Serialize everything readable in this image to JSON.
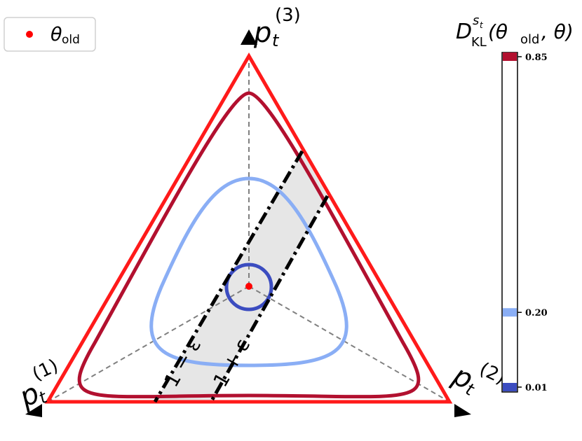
{
  "legend": {
    "label_main": "θ",
    "label_sub": "old",
    "marker_color": "#ff0000"
  },
  "vertices": [
    {
      "base": "p",
      "sub": "t",
      "sup": "(1)"
    },
    {
      "base": "p",
      "sub": "t",
      "sup": "(2)"
    },
    {
      "base": "p",
      "sub": "t",
      "sup": "(3)"
    }
  ],
  "band_labels": {
    "lower": "1 − ε",
    "upper": "1 + ε"
  },
  "colorbar": {
    "title_base": "D",
    "title_sup": "s",
    "title_sup_sub": "t",
    "title_sub": "KL",
    "title_args_open": "(θ",
    "title_args_sub": "old",
    "title_args_close": ", θ)",
    "ticks": [
      {
        "label": "0.85",
        "value": 0.85,
        "color": "#b2102f"
      },
      {
        "label": "0.20",
        "value": 0.2,
        "color": "#8aaef5"
      },
      {
        "label": "0.01",
        "value": 0.01,
        "color": "#3b4cc0"
      }
    ]
  },
  "contours": [
    {
      "name": "simplex-boundary",
      "color": "#ff1a1a"
    },
    {
      "name": "kl-0.85",
      "color": "#b2102f"
    },
    {
      "name": "kl-0.20",
      "color": "#8aaef5"
    },
    {
      "name": "kl-0.01",
      "color": "#3b4cc0"
    }
  ],
  "colors": {
    "band_fill": "#e6e6e6",
    "dashed_axes": "#808080",
    "center_point": "#ff0000"
  }
}
